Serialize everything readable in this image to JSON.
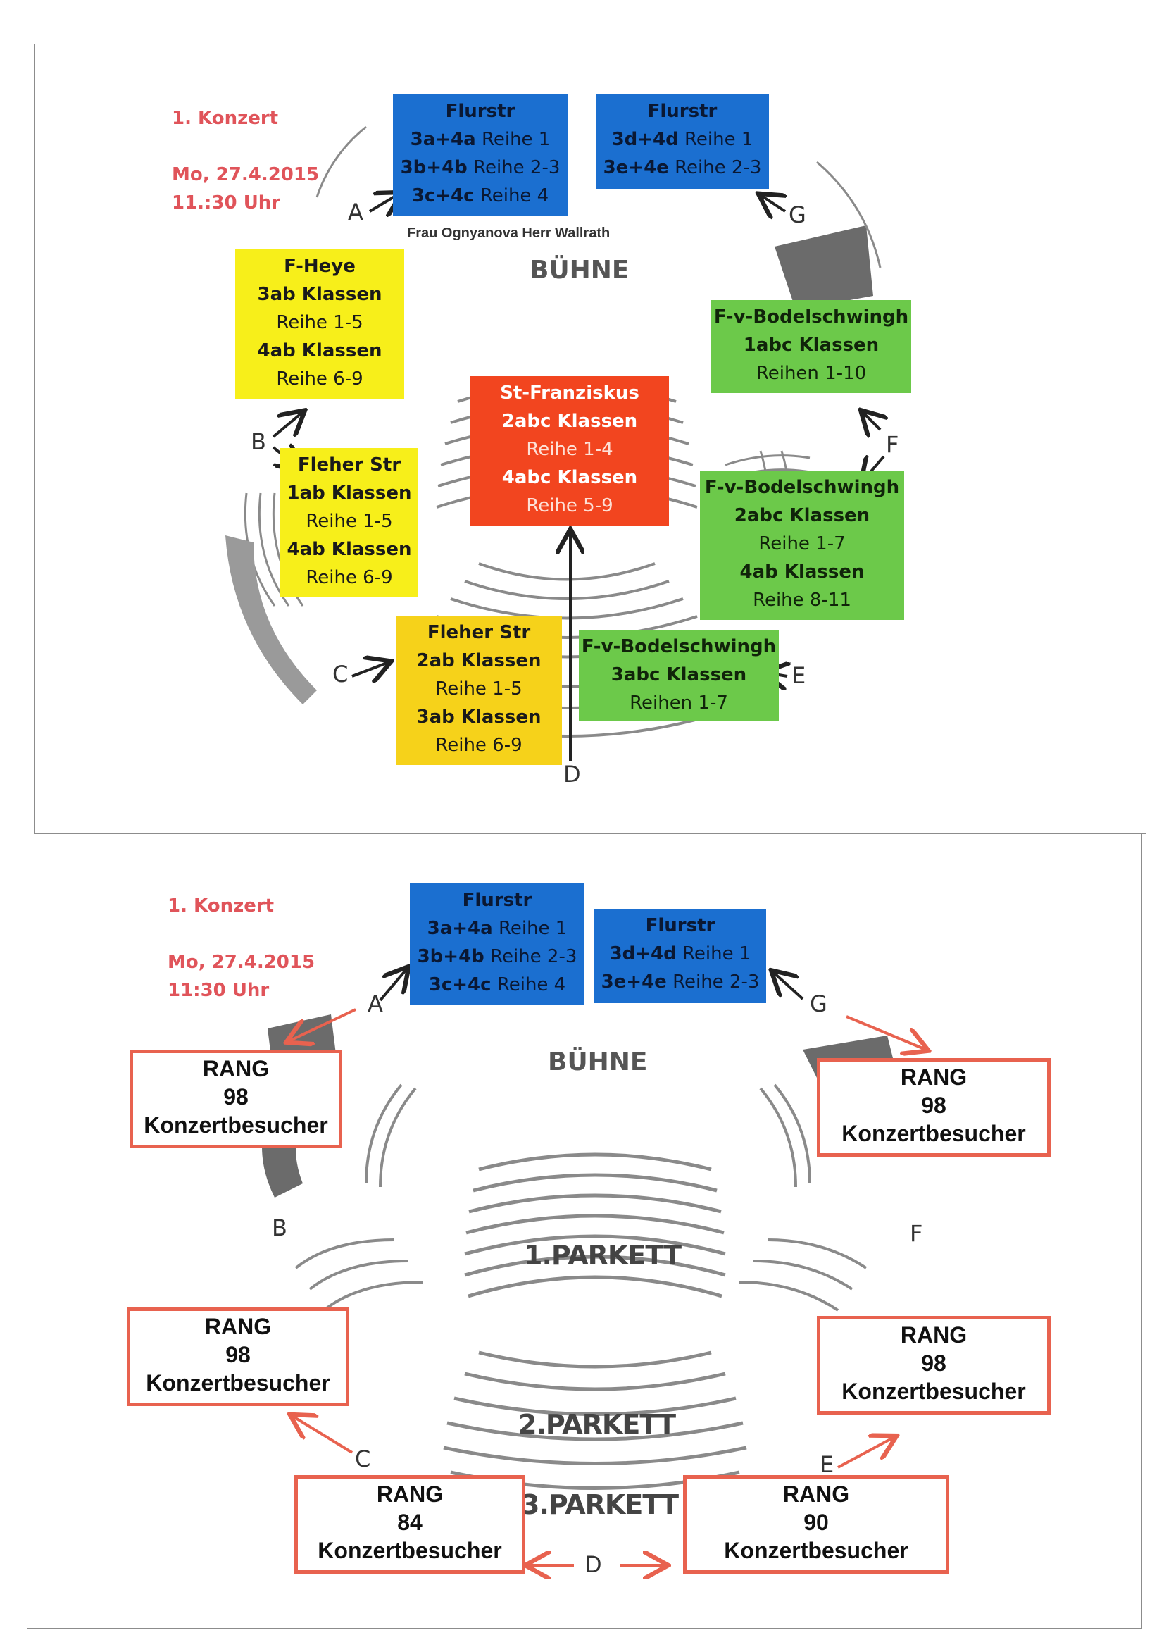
{
  "panel1": {
    "header": {
      "title": "1. Konzert",
      "date": "Mo, 27.4.2015",
      "time": "11.:30 Uhr"
    },
    "stage_label": "BÜHNE",
    "teachers": "Frau Ognyanova  Herr Wallrath",
    "boxes": {
      "flurstr_left": {
        "title": "Flurstr",
        "l1b": "3a+4a",
        "l1n": "Reihe 1",
        "l2b": "3b+4b",
        "l2n": "Reihe 2-3",
        "l3b": "3c+4c",
        "l3n": "Reihe 4"
      },
      "flurstr_right": {
        "title": "Flurstr",
        "l1b": "3d+4d",
        "l1n": "Reihe 1",
        "l2b": "3e+4e",
        "l2n": "Reihe 2-3"
      },
      "f_heye": {
        "title": "F-Heye",
        "c1": "3ab Klassen",
        "r1": "Reihe 1-5",
        "c2": "4ab Klassen",
        "r2": "Reihe 6-9"
      },
      "fleher_b": {
        "title": "Fleher Str",
        "c1": "1ab Klassen",
        "r1": "Reihe 1-5",
        "c2": "4ab Klassen",
        "r2": "Reihe 6-9"
      },
      "fleher_c": {
        "title": "Fleher Str",
        "c1": "2ab Klassen",
        "r1": "Reihe 1-5",
        "c2": "3ab Klassen",
        "r2": "Reihe 6-9"
      },
      "franziskus": {
        "title": "St-Franziskus",
        "c1": "2abc Klassen",
        "r1": "Reihe 1-4",
        "c2": "4abc Klassen",
        "r2": "Reihe 5-9"
      },
      "bodel_1": {
        "title": "F-v-Bodelschwingh",
        "c1": "1abc Klassen",
        "r1": "Reihen 1-10"
      },
      "bodel_2": {
        "title": "F-v-Bodelschwingh",
        "c1": "2abc Klassen",
        "r1": "Reihe 1-7",
        "c2": "4ab Klassen",
        "r2": "Reihe 8-11"
      },
      "bodel_3": {
        "title": "F-v-Bodelschwingh",
        "c1": "3abc Klassen",
        "r1": "Reihen 1-7"
      }
    },
    "entrances": {
      "a": "A",
      "b": "B",
      "c": "C",
      "d": "D",
      "e": "E",
      "f": "F",
      "g": "G"
    }
  },
  "panel2": {
    "header": {
      "title": "1. Konzert",
      "date": "Mo, 27.4.2015",
      "time": "11:30 Uhr"
    },
    "stage_label": "BÜHNE",
    "parkett": [
      "1.PARKETT",
      "2.PARKETT",
      "3.PARKETT"
    ],
    "boxes": {
      "flurstr_left": {
        "title": "Flurstr",
        "l1b": "3a+4a",
        "l1n": "Reihe 1",
        "l2b": "3b+4b",
        "l2n": "Reihe 2-3",
        "l3b": "3c+4c",
        "l3n": "Reihe 4"
      },
      "flurstr_right": {
        "title": "Flurstr",
        "l1b": "3d+4d",
        "l1n": "Reihe 1",
        "l2b": "3e+4e",
        "l2n": "Reihe 2-3"
      }
    },
    "rang_boxes": [
      {
        "label": "RANG",
        "count": "98",
        "unit": "Konzertbesucher"
      },
      {
        "label": "RANG",
        "count": "98",
        "unit": "Konzertbesucher"
      },
      {
        "label": "RANG",
        "count": "98",
        "unit": "Konzertbesucher"
      },
      {
        "label": "RANG",
        "count": "98",
        "unit": "Konzertbesucher"
      },
      {
        "label": "RANG",
        "count": "84",
        "unit": "Konzertbesucher"
      },
      {
        "label": "RANG",
        "count": "90",
        "unit": "Konzertbesucher"
      }
    ],
    "entrances": {
      "a": "A",
      "b": "B",
      "c": "C",
      "d": "D",
      "e": "E",
      "f": "F",
      "g": "G"
    }
  },
  "colors": {
    "blue": "#1b6fd0",
    "yellow": "#f7ef1a",
    "green": "#6cc94a",
    "red": "#f2451f",
    "header": "#e0545a",
    "rang_border": "#e8624f"
  }
}
